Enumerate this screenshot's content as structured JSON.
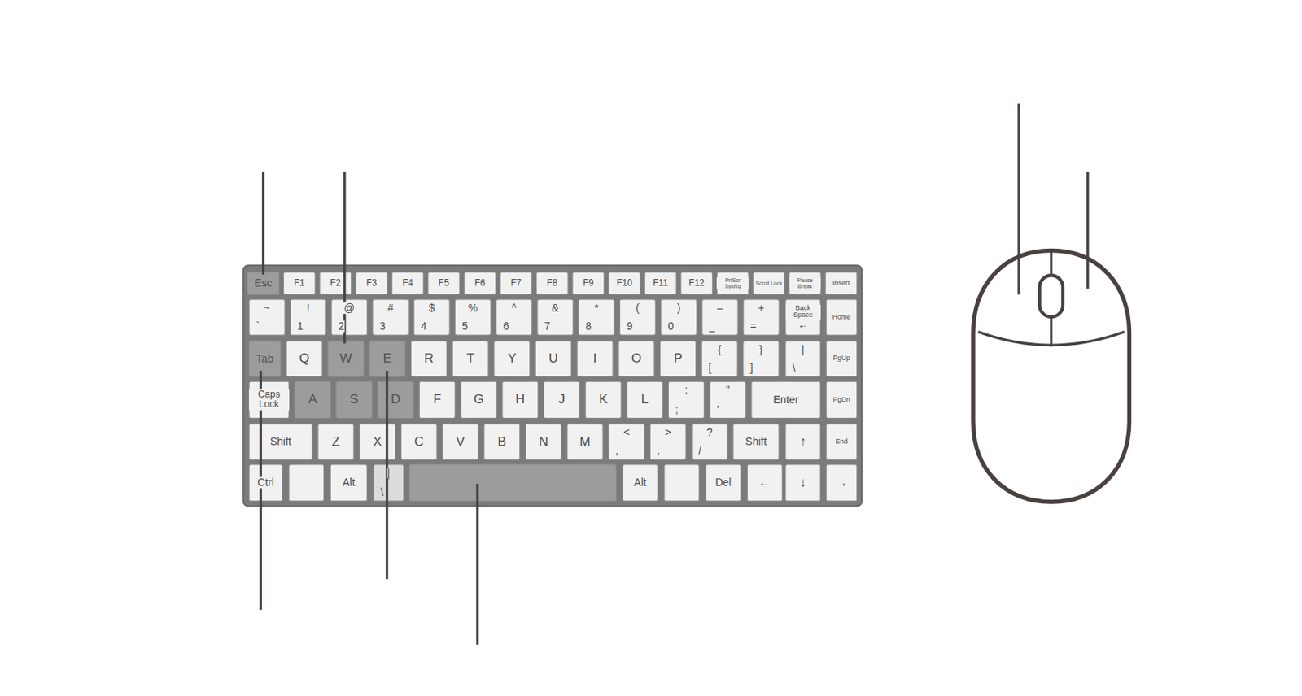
{
  "diagram": {
    "nodes": [
      {
        "text": [
          "Esc"
        ]
      },
      {
        "text": [
          "F1"
        ]
      },
      {
        "text": [
          "F2"
        ]
      },
      {
        "text": [
          "F3"
        ]
      },
      {
        "text": [
          "F4"
        ]
      },
      {
        "text": [
          "F5"
        ]
      },
      {
        "text": [
          "F6"
        ]
      },
      {
        "text": [
          "F7"
        ]
      },
      {
        "text": [
          "F8"
        ]
      },
      {
        "text": [
          "F9"
        ]
      },
      {
        "text": [
          "F10"
        ]
      },
      {
        "text": [
          "F11"
        ]
      },
      {
        "text": [
          "F12"
        ]
      },
      {
        "text": [
          "PrtScr SysRq"
        ]
      },
      {
        "text": [
          "Scroll Lock"
        ]
      },
      {
        "text": [
          "Pause Break"
        ]
      },
      {
        "text": [
          "Insert"
        ]
      },
      {
        "text": [
          "~",
          "`"
        ]
      },
      {
        "text": [
          "!",
          "1"
        ]
      },
      {
        "text": [
          "@",
          "2"
        ]
      },
      {
        "text": [
          "#",
          "3"
        ]
      },
      {
        "text": [
          "$",
          "4"
        ]
      },
      {
        "text": [
          "%",
          "5"
        ]
      },
      {
        "text": [
          "^",
          "6"
        ]
      },
      {
        "text": [
          "&",
          "7"
        ]
      },
      {
        "text": [
          "*",
          "8"
        ]
      },
      {
        "text": [
          "(",
          "9"
        ]
      },
      {
        "text": [
          ")",
          "0"
        ]
      },
      {
        "text": [
          "–",
          "_"
        ]
      },
      {
        "text": [
          "+",
          "="
        ]
      },
      {
        "text": [
          "Back Space",
          "←"
        ]
      },
      {
        "text": [
          "Home"
        ]
      },
      {
        "text": [
          "Tab"
        ]
      },
      {
        "text": [
          "Q"
        ]
      },
      {
        "text": [
          "W"
        ]
      },
      {
        "text": [
          "E"
        ]
      },
      {
        "text": [
          "R"
        ]
      },
      {
        "text": [
          "T"
        ]
      },
      {
        "text": [
          "Y"
        ]
      },
      {
        "text": [
          "U"
        ]
      },
      {
        "text": [
          "I"
        ]
      },
      {
        "text": [
          "O"
        ]
      },
      {
        "text": [
          "P"
        ]
      },
      {
        "text": [
          "{",
          "["
        ]
      },
      {
        "text": [
          "}",
          "]"
        ]
      },
      {
        "text": [
          "|",
          "\\"
        ]
      },
      {
        "text": [
          "PgUp"
        ]
      },
      {
        "text": [
          "Caps Lock"
        ]
      },
      {
        "text": [
          "A"
        ]
      },
      {
        "text": [
          "S"
        ]
      },
      {
        "text": [
          "D"
        ]
      },
      {
        "text": [
          "F"
        ]
      },
      {
        "text": [
          "G"
        ]
      },
      {
        "text": [
          "H"
        ]
      },
      {
        "text": [
          "J"
        ]
      },
      {
        "text": [
          "K"
        ]
      },
      {
        "text": [
          "L"
        ]
      },
      {
        "text": [
          ":",
          ";"
        ]
      },
      {
        "text": [
          "\"",
          "'"
        ]
      },
      {
        "text": [
          "Enter"
        ]
      },
      {
        "text": [
          "PgDn"
        ]
      },
      {
        "text": [
          "Shift"
        ]
      },
      {
        "text": [
          "Z"
        ]
      },
      {
        "text": [
          "X"
        ]
      },
      {
        "text": [
          "C"
        ]
      },
      {
        "text": [
          "V"
        ]
      },
      {
        "text": [
          "B"
        ]
      },
      {
        "text": [
          "N"
        ]
      },
      {
        "text": [
          "M"
        ]
      },
      {
        "text": [
          "<",
          ","
        ]
      },
      {
        "text": [
          ">",
          "."
        ]
      },
      {
        "text": [
          "?",
          "/"
        ]
      },
      {
        "text": [
          "Shift"
        ]
      },
      {
        "text": [
          "↑"
        ]
      },
      {
        "text": [
          "End"
        ]
      },
      {
        "text": [
          "Ctrl"
        ]
      },
      {
        "text": [
          "Alt"
        ]
      },
      {
        "text": [
          "|",
          "\\"
        ]
      },
      {
        "text": [
          "Alt"
        ]
      },
      {
        "text": [
          "Del"
        ]
      },
      {
        "text": [
          "←"
        ]
      },
      {
        "text": [
          "↓"
        ]
      },
      {
        "text": [
          "→"
        ]
      }
    ]
  }
}
